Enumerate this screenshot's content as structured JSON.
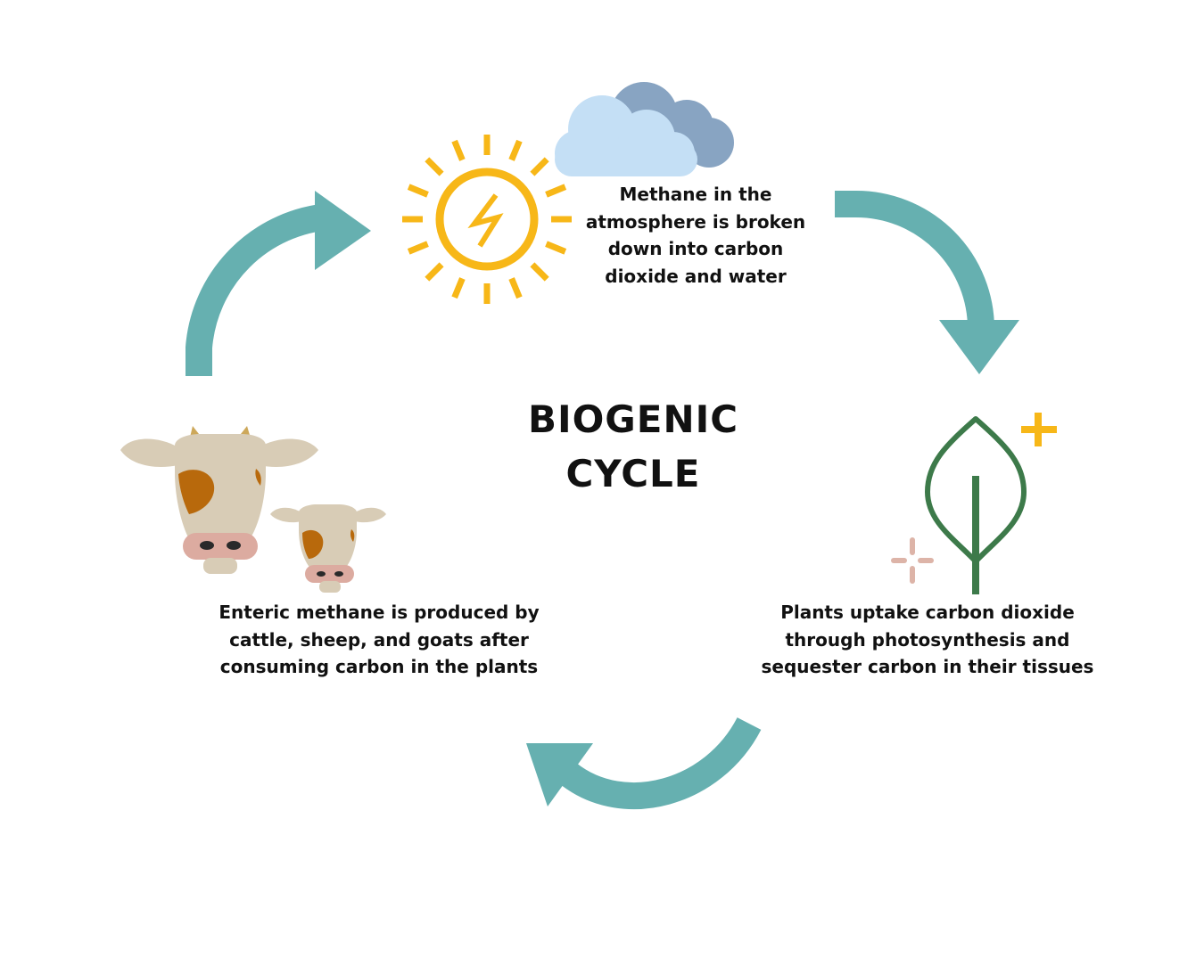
{
  "title_lines": [
    "BIOGENIC",
    "CYCLE"
  ],
  "steps": {
    "atmosphere": {
      "lines": [
        "Methane in the",
        "atmosphere is broken",
        "down into carbon",
        "dioxide and water"
      ],
      "icons": [
        "sun-icon",
        "cloud-icon"
      ]
    },
    "plants": {
      "lines": [
        "Plants uptake carbon dioxide",
        "through photosynthesis and",
        "sequester carbon in their tissues"
      ],
      "icons": [
        "leaf-icon",
        "plus-icon",
        "sparkle-icon"
      ]
    },
    "cattle": {
      "lines": [
        "Enteric methane is produced by",
        "cattle, sheep, and goats after",
        "consuming carbon in the plants"
      ],
      "icons": [
        "cow-icon",
        "calf-icon"
      ]
    }
  },
  "colors": {
    "arrow": "#66b0b0",
    "sun": "#f7b718",
    "cloud_front": "#c4dff5",
    "cloud_back": "#88a4c2",
    "leaf": "#3d7a4a",
    "plus": "#f7b718",
    "sparkle": "#ddb4a8",
    "cow_body": "#d8ccb6",
    "cow_spot": "#b8690c",
    "cow_horn": "#cda85a",
    "cow_nose": "#dcaba0"
  }
}
